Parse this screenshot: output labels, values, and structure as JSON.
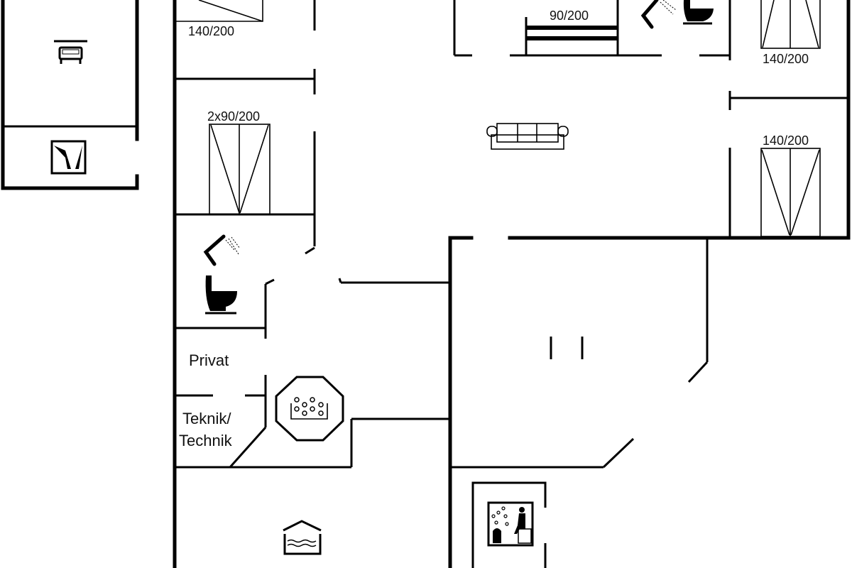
{
  "plan": {
    "bed_labels": {
      "top_left": "140/200",
      "twin": "2x90/200",
      "top_middle": "90/200",
      "top_right": "140/200",
      "right_middle": "140/200"
    },
    "rooms": {
      "private": "Privat",
      "technical_line1": "Teknik/",
      "technical_line2": "Technik"
    },
    "icons": [
      "carport-icon",
      "washing-machine-icon",
      "shower-icon",
      "toilet-icon",
      "sofa-icon",
      "whirlpool-icon",
      "pool-icon",
      "sauna-icon"
    ]
  }
}
